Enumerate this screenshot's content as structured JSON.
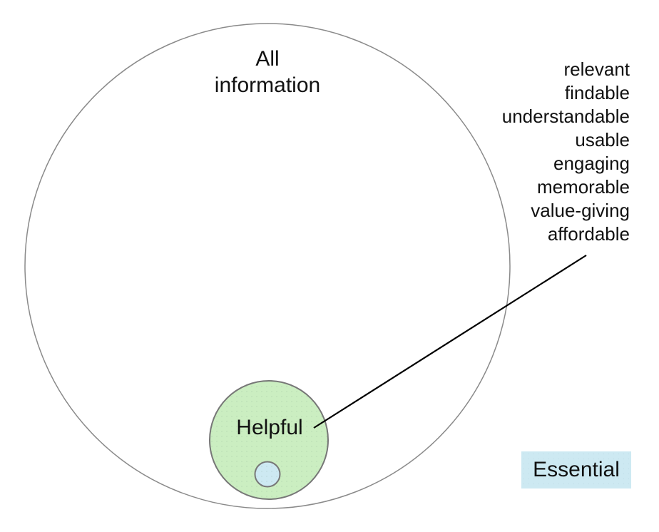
{
  "diagram": {
    "outer_circle": {
      "label_line1": "All",
      "label_line2": "information",
      "stroke": "#8a8a8a",
      "fill": "#ffffff"
    },
    "helpful_circle": {
      "label": "Helpful",
      "fill": "#cbeec1",
      "stroke": "#777777"
    },
    "essential_circle": {
      "fill": "#cde9f2",
      "stroke": "#777777"
    },
    "connector": {
      "stroke": "#000000"
    },
    "attributes": [
      "relevant",
      "findable",
      "understandable",
      "usable",
      "engaging",
      "memorable",
      "value-giving",
      "affordable"
    ],
    "legend": {
      "essential_label": "Essential",
      "background": "#cde9f2"
    },
    "text_color": "#111111",
    "background": "#ffffff"
  }
}
